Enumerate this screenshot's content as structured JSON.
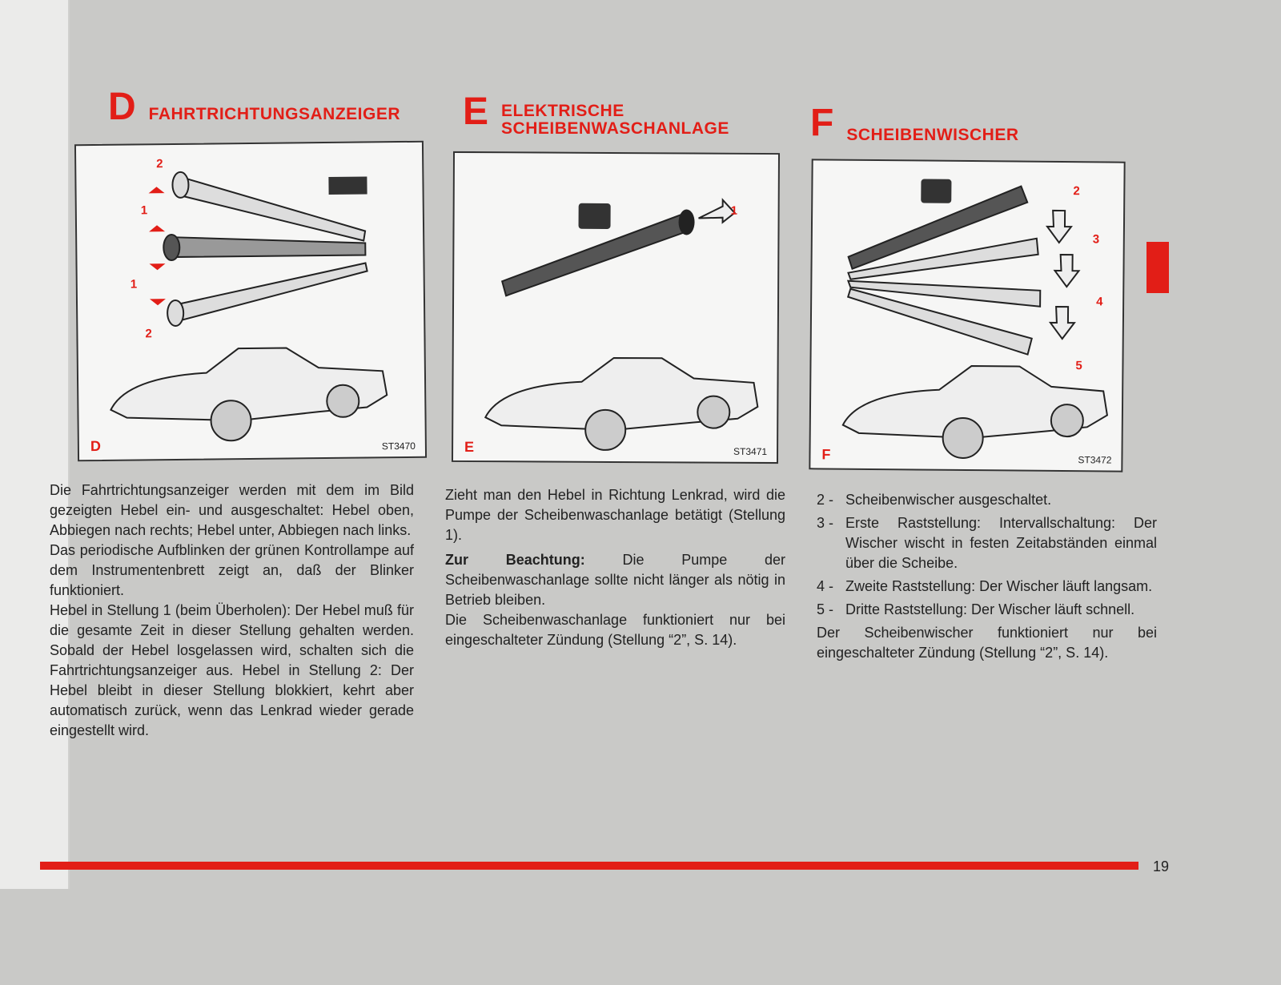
{
  "sections": [
    {
      "letter": "D",
      "title": "FAHRTRICHTUNGSANZEIGER",
      "figure_code": "ST3470",
      "figure_letter": "D",
      "figure_numbers": [
        "2",
        "1",
        "1",
        "2"
      ],
      "paragraphs": [
        "Die Fahrtrichtungsanzeiger werden mit dem im Bild gezeigten Hebel ein- und ausgeschaltet: Hebel oben, Abbiegen nach rechts; Hebel unter, Abbiegen nach links.",
        "Das periodische Aufblinken der grünen Kontrollampe auf dem Instrumentenbrett zeigt an, daß der Blinker funktioniert.",
        "Hebel in Stellung 1 (beim Überholen): Der Hebel muß für die gesamte Zeit in dieser Stellung gehalten werden. Sobald der Hebel losgelassen wird, schalten sich die Fahrtrichtungsanzeiger aus. Hebel in Stellung 2: Der Hebel bleibt in dieser Stellung blokkiert, kehrt aber automatisch zurück, wenn das Lenkrad wieder gerade eingestellt wird."
      ]
    },
    {
      "letter": "E",
      "title_line1": "ELEKTRISCHE",
      "title_line2": "SCHEIBENWASCHANLAGE",
      "figure_code": "ST3471",
      "figure_letter": "E",
      "figure_numbers": [
        "1"
      ],
      "paragraph1": "Zieht man den Hebel in Richtung Lenkrad, wird die Pumpe der Scheibenwaschanlage betätigt (Stellung 1).",
      "note_label": "Zur Beachtung:",
      "note_text": " Die Pumpe der Scheibenwaschanlage sollte nicht länger als nötig in Betrieb bleiben.",
      "paragraph2": "Die Scheibenwaschanlage funktioniert nur bei eingeschalteter Zündung (Stellung “2”, S. 14)."
    },
    {
      "letter": "F",
      "title": "SCHEIBENWISCHER",
      "figure_code": "ST3472",
      "figure_letter": "F",
      "figure_numbers": [
        "2",
        "3",
        "4",
        "5"
      ],
      "items": [
        {
          "n": "2 -",
          "t": "Scheibenwischer ausgeschaltet."
        },
        {
          "n": "3 -",
          "t": "Erste Raststellung: Intervallschaltung: Der Wischer wischt in festen Zeitabständen einmal über die Scheibe."
        },
        {
          "n": "4 -",
          "t": "Zweite Raststellung: Der Wischer läuft langsam."
        },
        {
          "n": "5 -",
          "t": "Dritte Raststellung: Der Wischer läuft schnell."
        }
      ],
      "footer": "Der Scheibenwischer funktioniert nur bei eingeschalteter Zündung (Stellung “2”, S. 14)."
    }
  ],
  "page_number": "19",
  "colors": {
    "accent": "#e21e17"
  }
}
